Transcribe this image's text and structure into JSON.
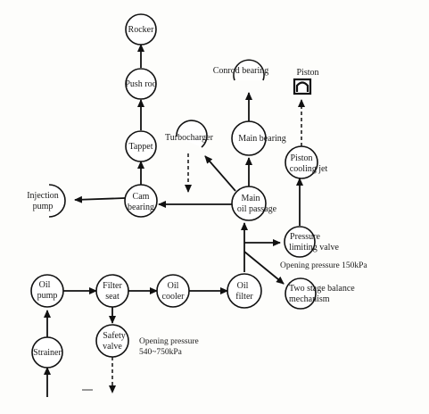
{
  "nodes": {
    "rocker": "Rocker",
    "push_rod": "Push rod",
    "tappet": "Tappet",
    "turbocharger": "Turbocharger",
    "injection_pump_line1": "Injection",
    "injection_pump_line2": "pump",
    "cam_bearing_line1": "Cam",
    "cam_bearing_line2": "bearing",
    "conrod_bearing": "Conrod bearing",
    "main_bearing": "Main bearing",
    "main_oil_passage_line1": "Main",
    "main_oil_passage_line2": "oil passage",
    "piston": "Piston",
    "piston_cooling_jet_line1": "Piston",
    "piston_cooling_jet_line2": "cooling jet",
    "pressure_limiting_valve_line1": "Pressure",
    "pressure_limiting_valve_line2": "limiting valve",
    "two_stage_balance_line1": "Two stage balance",
    "two_stage_balance_line2": "mechanism",
    "oil_pump_line1": "Oil",
    "oil_pump_line2": "pump",
    "filter_seat_line1": "Filter",
    "filter_seat_line2": "seat",
    "oil_cooler_line1": "Oil",
    "oil_cooler_line2": "cooler",
    "oil_filter_line1": "Oil",
    "oil_filter_line2": "filter",
    "safety_valve_line1": "Safety",
    "safety_valve_line2": "valve",
    "strainer": "Strainer"
  },
  "annotations": {
    "pressure_limiting_opening": "Opening pressure 150kPa",
    "safety_valve_opening_line1": "Opening pressure",
    "safety_valve_opening_line2": "540~750kPa"
  }
}
